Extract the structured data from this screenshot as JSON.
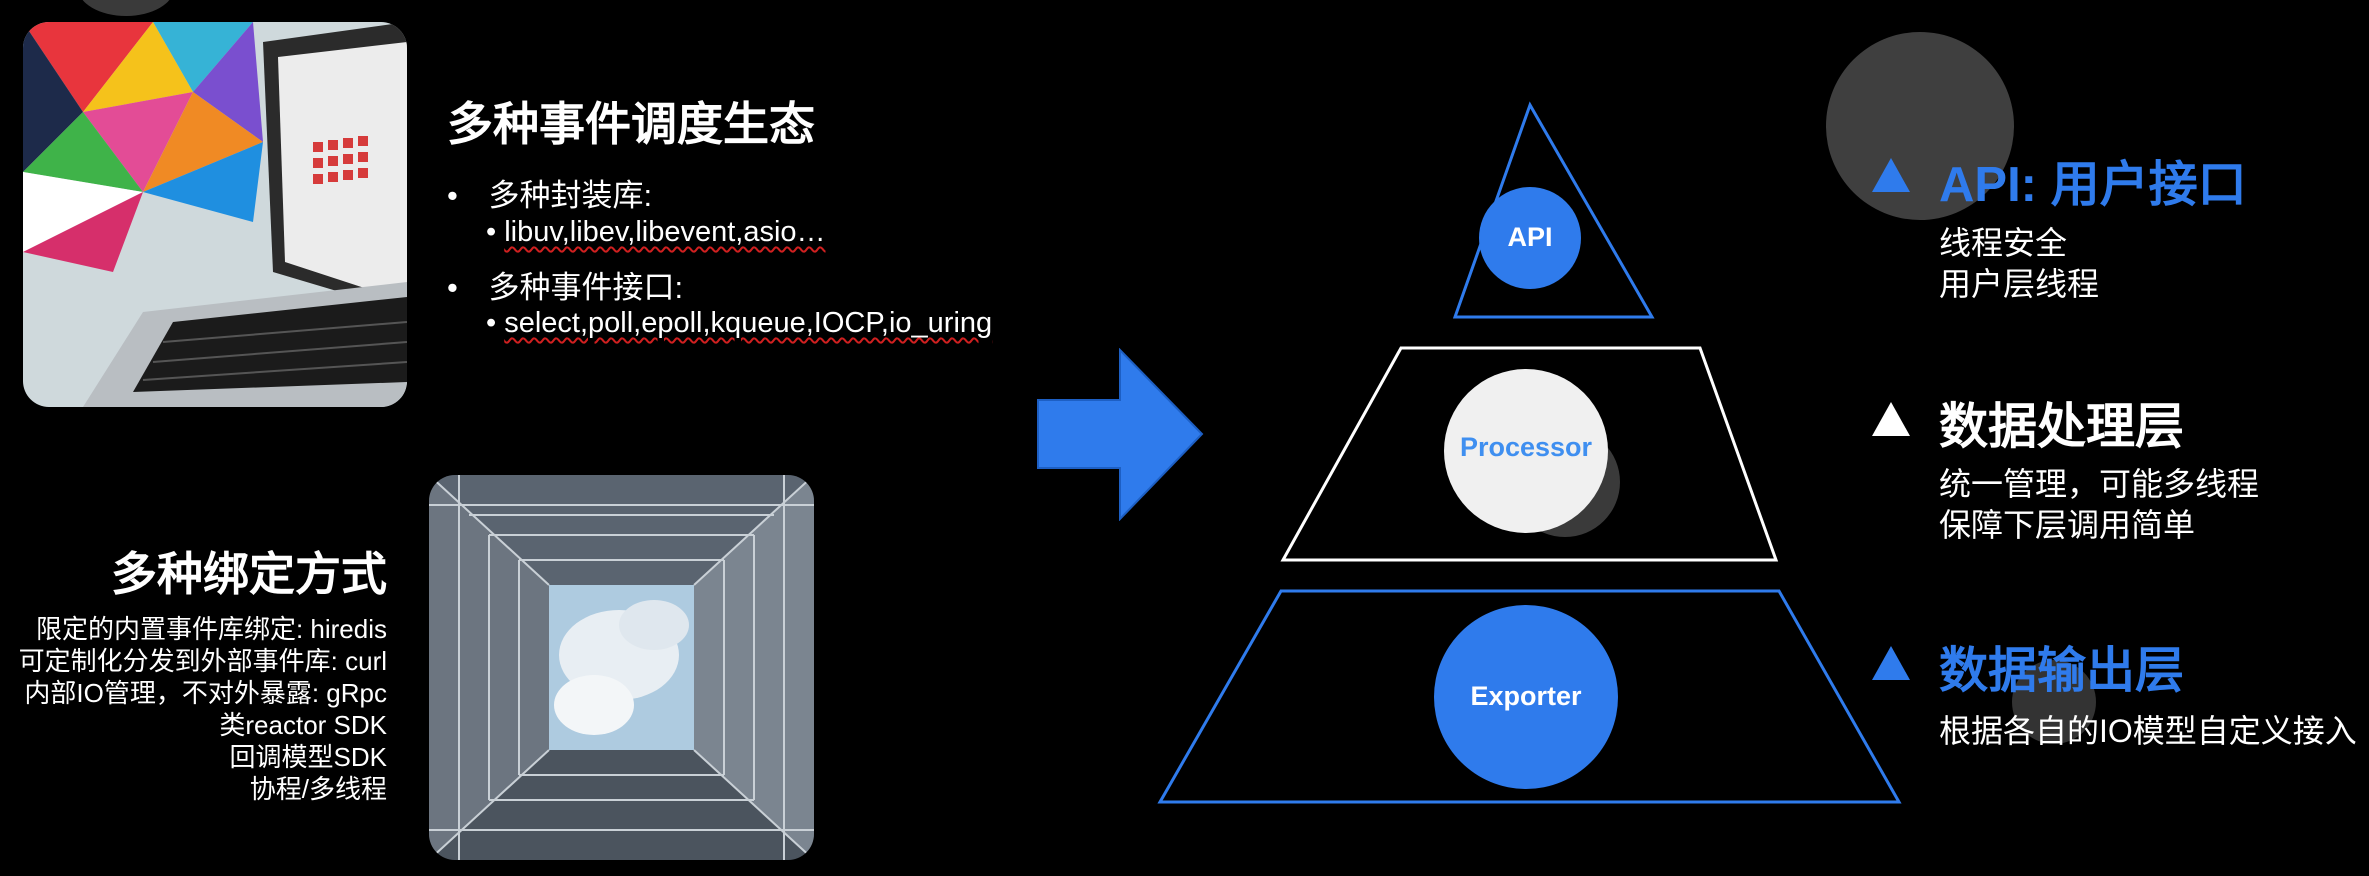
{
  "top_section": {
    "title": "多种事件调度生态",
    "bullets": [
      {
        "label": "多种封装库:",
        "sub": "libuv,libev,libevent,asio…"
      },
      {
        "label": "多种事件接口:",
        "sub": "select,poll,epoll,kqueue,IOCP,io_uring"
      }
    ]
  },
  "binding_section": {
    "title": "多种绑定方式",
    "items": [
      "限定的内置事件库绑定: hiredis",
      "可定制化分发到外部事件库: curl",
      "内部IO管理，不对外暴露: gRpc",
      "类reactor SDK",
      "回调模型SDK",
      "协程/多线程"
    ]
  },
  "pyramid": {
    "top_label": "API",
    "middle_label": "Processor",
    "bottom_label": "Exporter"
  },
  "layers": [
    {
      "title": "API: 用户接口",
      "desc": [
        "线程安全",
        "用户层线程"
      ],
      "color": "#2f7bec"
    },
    {
      "title": "数据处理层",
      "desc": [
        "统一管理，可能多线程",
        "保障下层调用简单"
      ],
      "color": "#ffffff"
    },
    {
      "title": "数据输出层",
      "desc": [
        "根据各自的IO模型自定义接入"
      ],
      "color": "#2f7bec"
    }
  ],
  "colors": {
    "accent": "#2f7bec",
    "background": "#000000",
    "text": "#ffffff"
  }
}
